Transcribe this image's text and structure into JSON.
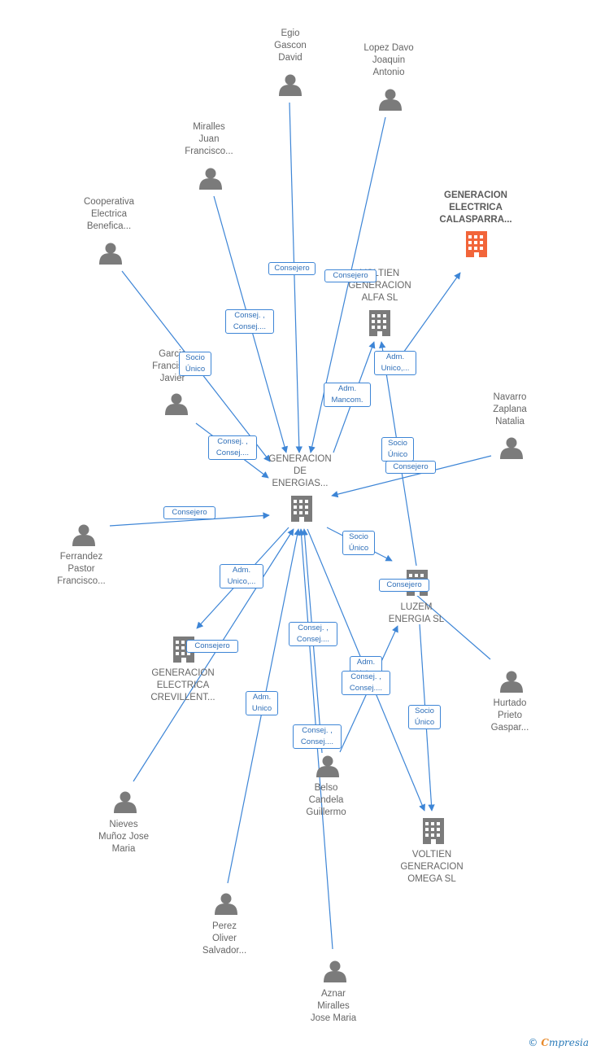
{
  "nodes": {
    "egio": {
      "label": "Egio\nGascon\nDavid",
      "kind": "person"
    },
    "lopez": {
      "label": "Lopez Davo\nJoaquin\nAntonio",
      "kind": "person"
    },
    "miralles": {
      "label": "Miralles\nJuan\nFrancisco...",
      "kind": "person"
    },
    "cooperativa": {
      "label": "Cooperativa\nElectrica\nBenefica...",
      "kind": "person"
    },
    "generacion_calasparra": {
      "label": "GENERACION\nELECTRICA\nCALASPARRA...",
      "kind": "company-focus"
    },
    "voltien_alfa": {
      "label": "VOLTIEN\nGENERACION\nALFA  SL",
      "kind": "company"
    },
    "garcia": {
      "label": "Garcia\nFrancisco\nJavier",
      "kind": "person"
    },
    "navarro": {
      "label": "Navarro\nZaplana\nNatalia",
      "kind": "person"
    },
    "generacion_energias": {
      "label": "GENERACION\nDE\nENERGIAS...",
      "kind": "company"
    },
    "ferrandez": {
      "label": "Ferrandez\nPastor\nFrancisco...",
      "kind": "person"
    },
    "luzem": {
      "label": "LUZEM\nENERGIA  SL",
      "kind": "company"
    },
    "generacion_crevillent": {
      "label": "GENERACION\nELECTRICA\nCREVILLENT...",
      "kind": "company"
    },
    "hurtado": {
      "label": "Hurtado\nPrieto\nGaspar...",
      "kind": "person"
    },
    "belso": {
      "label": "Belso\nCandela\nGuillermo",
      "kind": "person"
    },
    "nieves": {
      "label": "Nieves\nMuñoz Jose\nMaria",
      "kind": "person"
    },
    "voltien_omega": {
      "label": "VOLTIEN\nGENERACION\nOMEGA  SL",
      "kind": "company"
    },
    "perez": {
      "label": "Perez\nOliver\nSalvador...",
      "kind": "person"
    },
    "aznar": {
      "label": "Aznar\nMiralles\nJose Maria",
      "kind": "person"
    }
  },
  "edges": [
    {
      "from": "egio",
      "to": "generacion_energias",
      "label": "Consejero"
    },
    {
      "from": "lopez",
      "to": "generacion_energias",
      "label": "Consejero"
    },
    {
      "from": "miralles",
      "to": "generacion_energias",
      "label": "Consej. ,\nConsej...."
    },
    {
      "from": "cooperativa",
      "to": "generacion_energias",
      "label": "Socio\nÚnico"
    },
    {
      "from": "garcia",
      "to": "generacion_energias",
      "label": "Consej. ,\nConsej...."
    },
    {
      "from": "generacion_energias",
      "to": "voltien_alfa",
      "label": "Adm.\nMancom."
    },
    {
      "from": "luzem",
      "to": "generacion_calasparra",
      "label": "Adm.\nUnico,..."
    },
    {
      "from": "luzem",
      "to": "voltien_alfa",
      "label": "Socio\nÚnico"
    },
    {
      "from": "navarro",
      "to": "generacion_energias",
      "label": "Consejero"
    },
    {
      "from": "ferrandez",
      "to": "generacion_energias",
      "label": "Consejero"
    },
    {
      "from": "generacion_energias",
      "to": "luzem",
      "label": "Socio\nÚnico"
    },
    {
      "from": "hurtado",
      "to": "luzem",
      "label": "Consejero"
    },
    {
      "from": "generacion_energias",
      "to": "generacion_crevillent",
      "label": "Adm.\nUnico,..."
    },
    {
      "from": "nieves",
      "to": "generacion_energias",
      "label": "Consejero"
    },
    {
      "from": "belso",
      "to": "generacion_energias",
      "label": "Consej. ,\nConsej...."
    },
    {
      "from": "belso",
      "to": "luzem",
      "label": "Adm.\nUnico"
    },
    {
      "from": "generacion_energias",
      "to": "voltien_omega",
      "label": "Consej. ,\nConsej...."
    },
    {
      "from": "perez",
      "to": "generacion_energias",
      "label": "Adm.\nUnico"
    },
    {
      "from": "aznar",
      "to": "generacion_energias",
      "label": "Consej. ,\nConsej...."
    },
    {
      "from": "luzem",
      "to": "voltien_omega",
      "label": "Socio\nÚnico"
    }
  ],
  "colors": {
    "edge": "#3d85d6",
    "node": "#7b7b7b",
    "focus": "#f2653a"
  },
  "footer": {
    "copyright": "©",
    "brand_first": "C",
    "brand_rest": "mpresia"
  }
}
